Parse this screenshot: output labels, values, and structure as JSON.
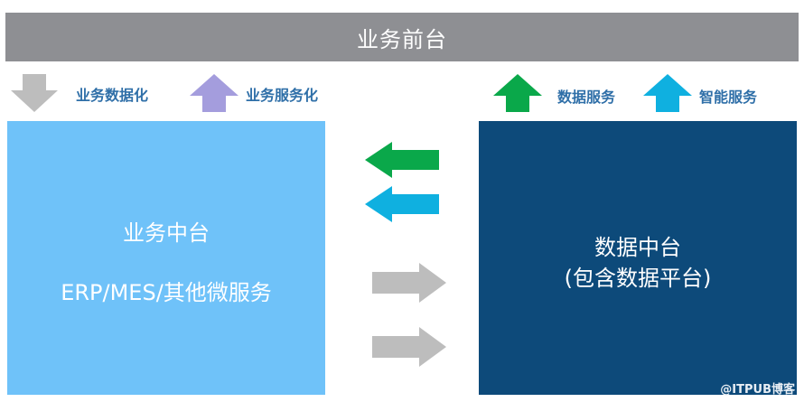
{
  "top_bar": {
    "title": "业务前台"
  },
  "left_labels": [
    {
      "label": "业务数据化",
      "arrow": "down",
      "color": "#bdbdbd"
    },
    {
      "label": "业务服务化",
      "arrow": "up",
      "color": "#a49ddd"
    }
  ],
  "right_labels": [
    {
      "label": "数据服务",
      "arrow": "up",
      "color": "#0aa84a"
    },
    {
      "label": "智能服务",
      "arrow": "up",
      "color": "#0fb0e0"
    }
  ],
  "left_box": {
    "title": "业务中台",
    "subtitle": "ERP/MES/其他微服务",
    "color": "#6fc2f9"
  },
  "right_box": {
    "title": "数据中台",
    "subtitle": "(包含数据平台)",
    "color": "#0d4a7a"
  },
  "middle_arrows": [
    {
      "direction": "left",
      "color": "#0aa84a"
    },
    {
      "direction": "left",
      "color": "#0fb0e0"
    },
    {
      "direction": "right",
      "color": "#bdbdbd"
    },
    {
      "direction": "right",
      "color": "#bdbdbd"
    }
  ],
  "watermark": "@ITPUB博客"
}
